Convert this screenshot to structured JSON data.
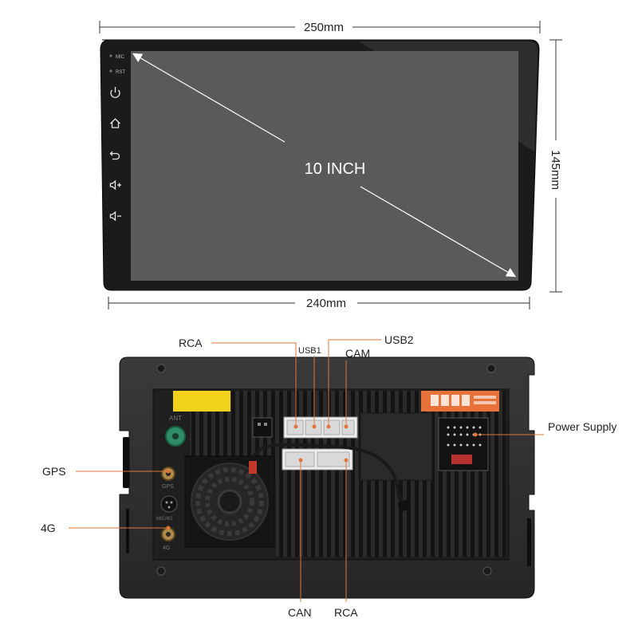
{
  "dimensions": {
    "top_width": "250mm",
    "bottom_width": "240mm",
    "height": "145mm"
  },
  "front_panel": {
    "screen_label": "10 INCH",
    "mic_label": "MIC",
    "rst_label": "RST",
    "buttons": [
      "power-icon",
      "home-icon",
      "back-icon",
      "volume-up-icon",
      "volume-down-icon"
    ]
  },
  "rear_panel": {
    "callouts": {
      "rca_top": "RCA",
      "usb1": "USB1",
      "usb2": "USB2",
      "cam": "CAM",
      "power_supply": "Power Supply",
      "gps": "GPS",
      "lte": "4G",
      "can": "CAN",
      "rca_bottom": "RCA"
    },
    "printed": {
      "ant": "ANT",
      "gps": "GPS",
      "mic": "MIC/4G",
      "lte": "4G"
    }
  },
  "colors": {
    "callout_line": "#e0773a",
    "warning_label": "#f2d21b",
    "orange_label": "#e8733a",
    "screen": "#5a5a5a",
    "bezel": "#1c1c1c"
  }
}
